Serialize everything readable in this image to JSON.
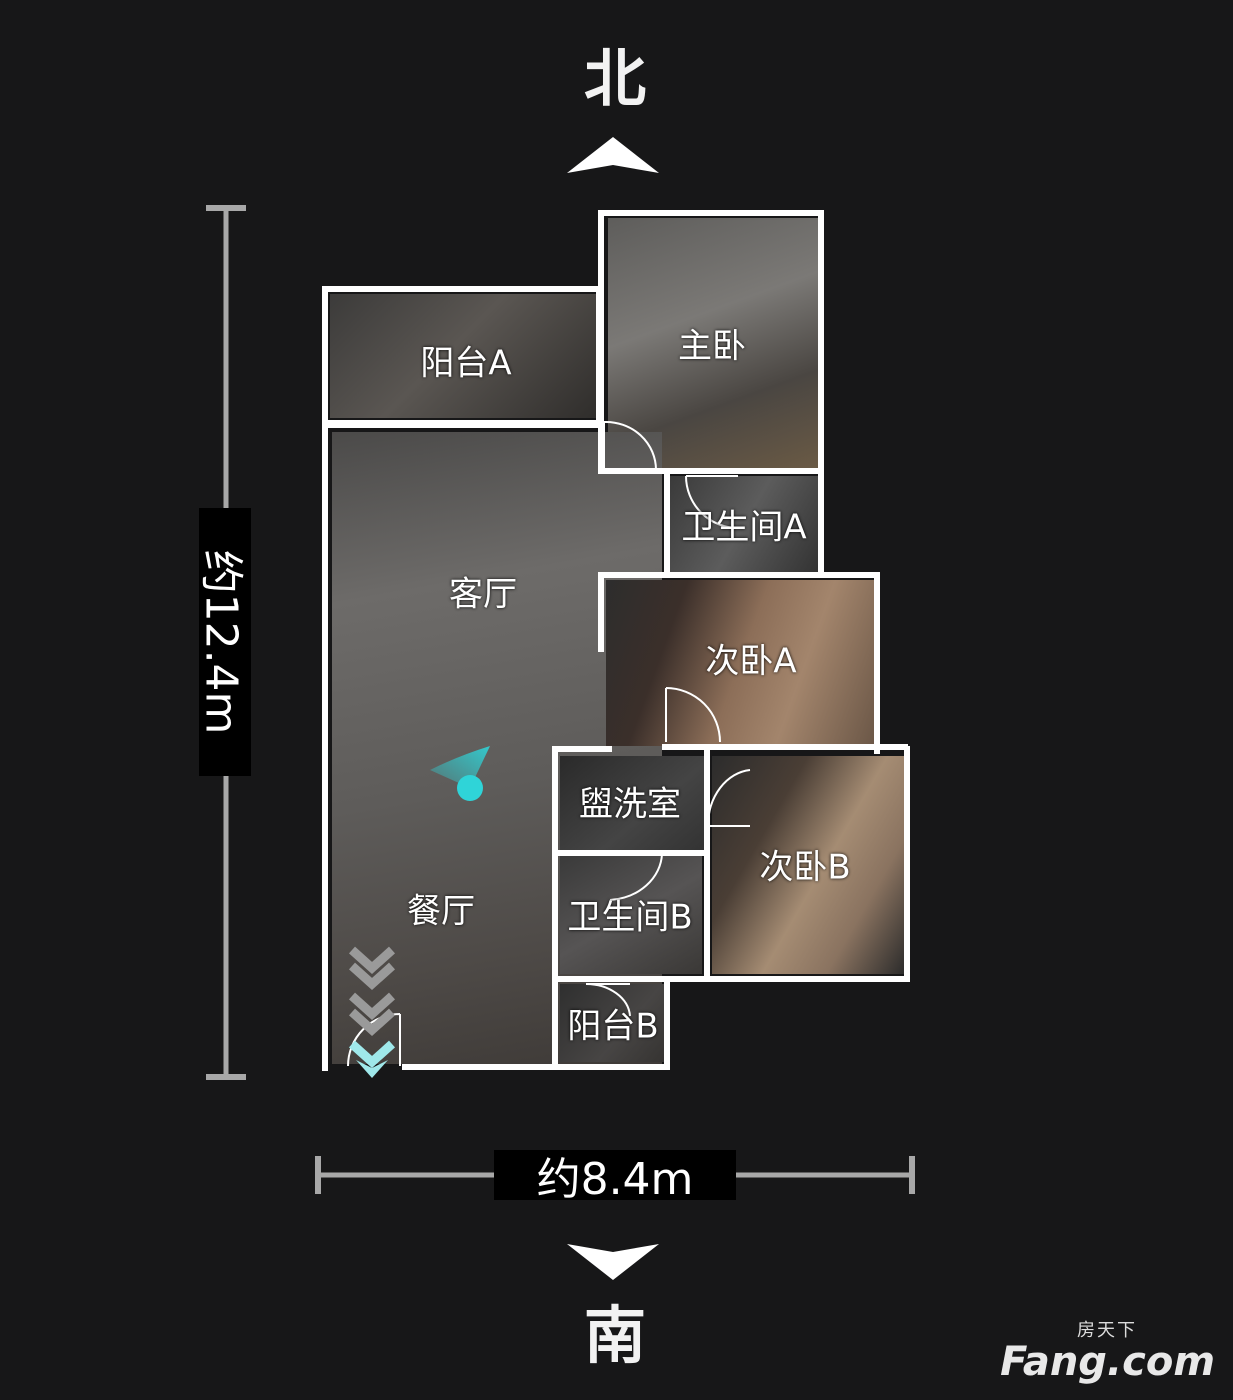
{
  "compass": {
    "north": "北",
    "south": "南"
  },
  "scale": {
    "height_label": "约12.4m",
    "width_label": "约8.4m"
  },
  "rooms": {
    "balcony_a": "阳台A",
    "master_bedroom": "主卧",
    "bathroom_a": "卫生间A",
    "living_room": "客厅",
    "second_bedroom_a": "次卧A",
    "washroom": "盥洗室",
    "second_bedroom_b": "次卧B",
    "dining_room": "餐厅",
    "bathroom_b": "卫生间B",
    "balcony_b": "阳台B"
  },
  "colors": {
    "background": "#171718",
    "wall": "#ffffff",
    "position_marker": "#2fd4d8",
    "scale_bar": "#a8a8a8"
  },
  "watermark": {
    "small": "房天下",
    "brand": "Fang.com"
  },
  "icons": [
    "north-arrow-icon",
    "south-arrow-icon",
    "position-marker-icon",
    "entrance-chevron-icon"
  ]
}
